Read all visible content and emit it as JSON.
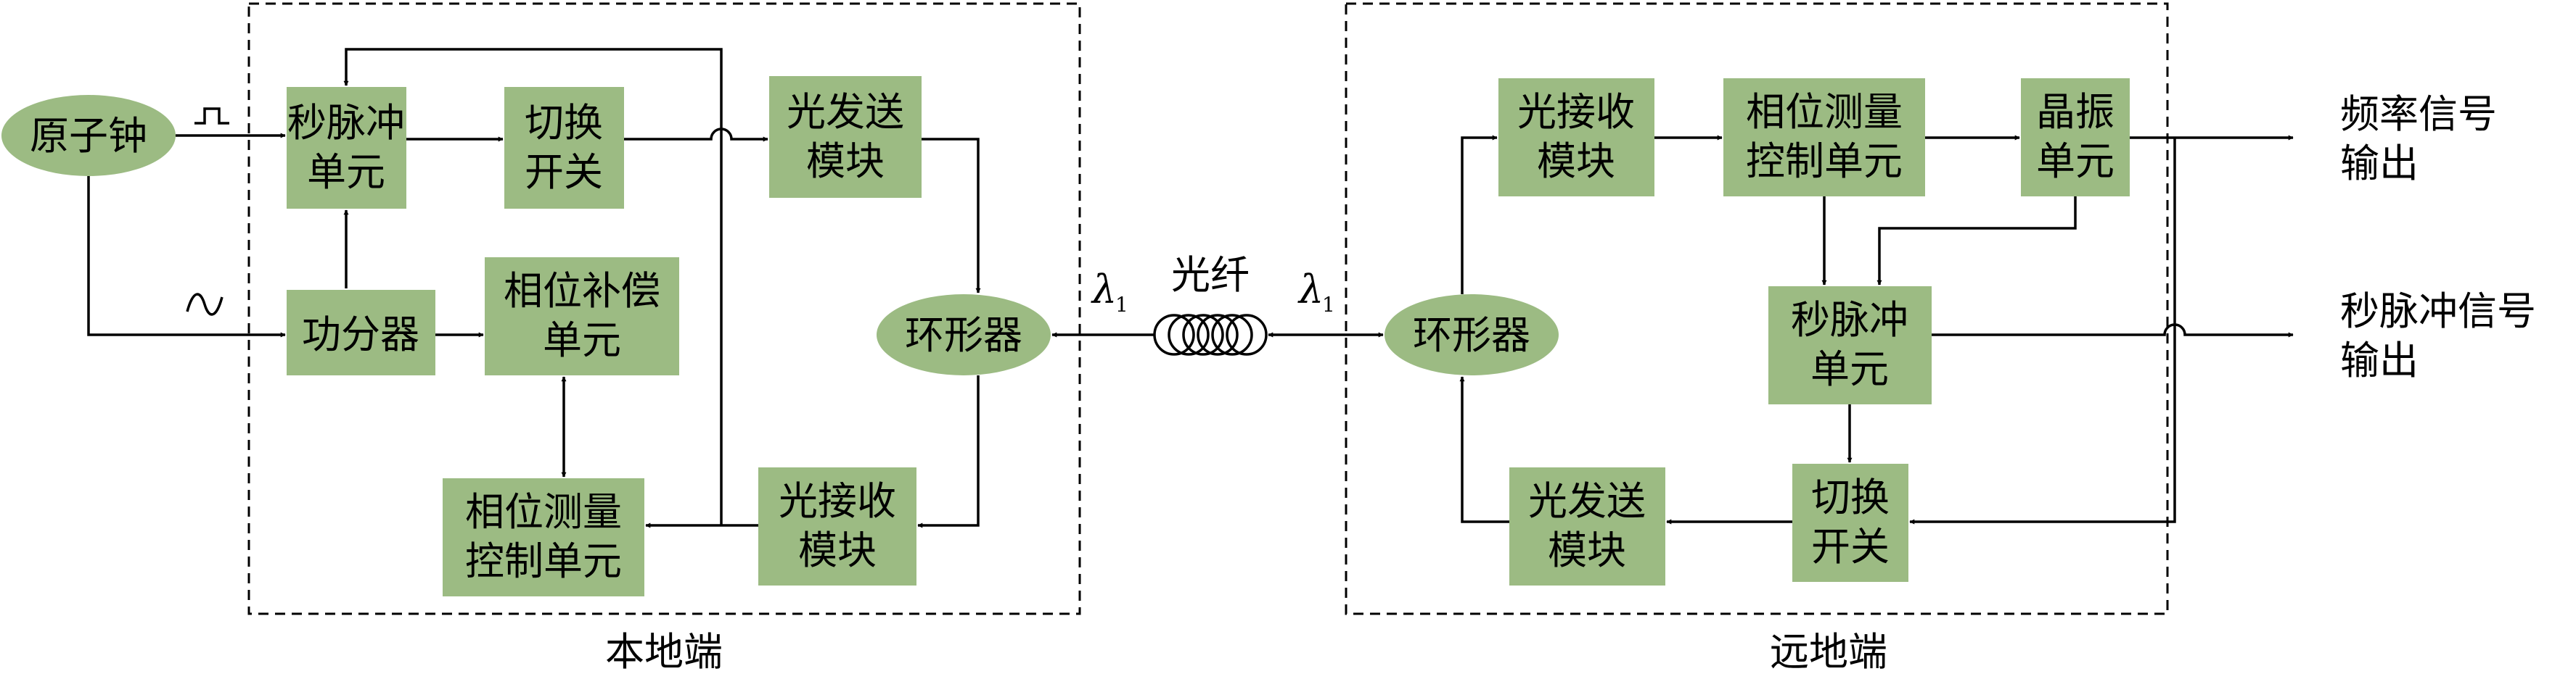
{
  "regions": {
    "local": "本地端",
    "remote": "远地端"
  },
  "fiber": {
    "label": "光纤",
    "wavelength_symbol": "λ",
    "wavelength_sub": "1"
  },
  "local": {
    "atomic_clock": "原子钟",
    "pps_unit": [
      "秒脉冲",
      "单元"
    ],
    "switch": [
      "切换",
      "开关"
    ],
    "optical_tx": [
      "光发送",
      "模块"
    ],
    "splitter": "功分器",
    "phase_comp": [
      "相位补偿",
      "单元"
    ],
    "circulator": "环形器",
    "phase_meas": [
      "相位测量",
      "控制单元"
    ],
    "optical_rx": [
      "光接收",
      "模块"
    ]
  },
  "remote": {
    "optical_rx": [
      "光接收",
      "模块"
    ],
    "phase_meas": [
      "相位测量",
      "控制单元"
    ],
    "crystal": [
      "晶振",
      "单元"
    ],
    "pps_unit": [
      "秒脉冲",
      "单元"
    ],
    "circulator": "环形器",
    "switch": [
      "切换",
      "开关"
    ],
    "optical_tx": [
      "光发送",
      "模块"
    ]
  },
  "outputs": {
    "freq": [
      "频率信号",
      "输出"
    ],
    "pps": [
      "秒脉冲信号",
      "输出"
    ]
  },
  "signal_icons": {
    "pulse": "pulse-signal-icon",
    "sine": "sine-signal-icon"
  }
}
